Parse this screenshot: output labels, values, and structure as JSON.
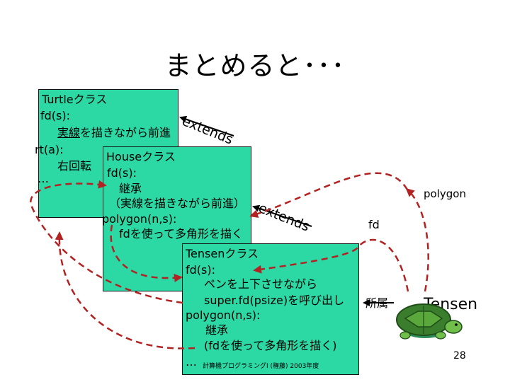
{
  "slide": {
    "title": "まとめると･･･",
    "page_number": "28",
    "footer": "計算機プログラミングI (権藤) 2003年度"
  },
  "turtle_box": {
    "name": "Turtleクラス",
    "fd_sig": "fd(s):",
    "fd_desc_underlined": "実線",
    "fd_desc_rest": "を描きながら前進",
    "rt_sig": "rt(a):",
    "rt_desc": "右回転",
    "ellipsis": "…"
  },
  "house_box": {
    "name": "Houseクラス",
    "fd_sig": "fd(s):",
    "fd_inherit": "継承",
    "fd_note": "（実線を描きながら前進）",
    "polygon_sig": "polygon(n,s):",
    "polygon_desc": "fdを使って多角形を描く"
  },
  "tensen_box": {
    "name": "Tensenクラス",
    "fd_sig": "fd(s):",
    "fd_desc1": "ペンを上下させながら",
    "fd_desc2": "super.fd(psize)を呼び出し",
    "polygon_sig": "polygon(n,s):",
    "polygon_inherit": "継承",
    "polygon_note": "(fdを使って多角形を描く)",
    "ellipsis": "…"
  },
  "labels": {
    "extends_1": "extends",
    "extends_2": "extends",
    "polygon_call": "polygon",
    "fd_call": "fd",
    "belongs": "所属",
    "tensen_object": "Tensen"
  },
  "colors": {
    "box_fill": "#2cd9a4",
    "arrow_red": "#b22222"
  }
}
